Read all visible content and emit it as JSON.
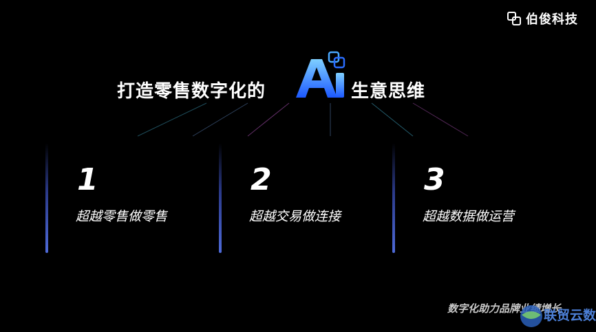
{
  "brand": {
    "name": "伯俊科技",
    "icon": "linked-squares-icon"
  },
  "title": {
    "left": "打造零售数字化的",
    "right": "生意思维",
    "logo": "Ai"
  },
  "columns": [
    {
      "number": "1",
      "label": "超越零售做零售"
    },
    {
      "number": "2",
      "label": "超越交易做连接"
    },
    {
      "number": "3",
      "label": "超越数据做运营"
    }
  ],
  "footer": {
    "text": "数字化助力品牌业绩增长"
  },
  "watermark": {
    "text": "联贸云数"
  },
  "colors": {
    "accent_blue": "#3a7bff",
    "bar_blue": "#4e6ad8",
    "background": "#000000"
  }
}
